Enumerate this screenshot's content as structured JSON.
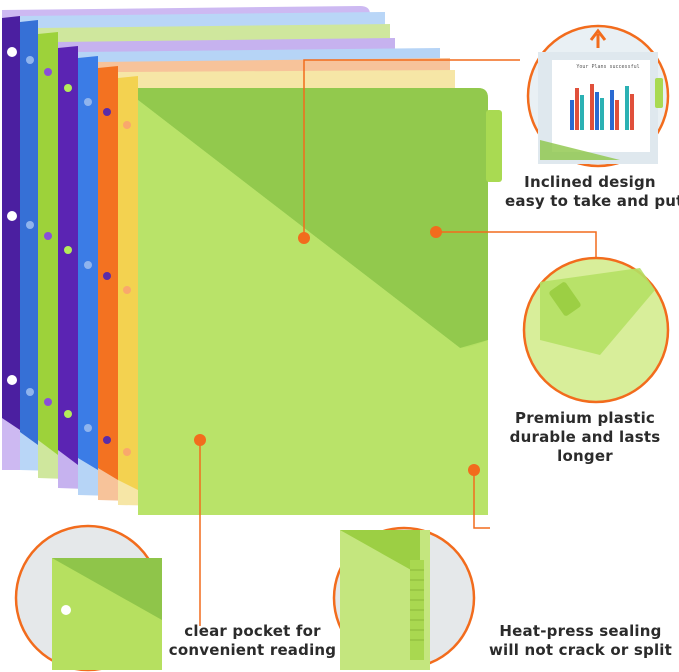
{
  "callouts": {
    "inclined": {
      "line1": "Inclined design",
      "line2": "easy to take and put"
    },
    "premium": {
      "line1": "Premium plastic",
      "line2": "durable and lasts",
      "line3": "longer"
    },
    "pocket": {
      "line1": "clear pocket for",
      "line2": "convenient reading"
    },
    "heat": {
      "line1": "Heat-press sealing",
      "line2": "will not crack or split"
    }
  },
  "inset_chart_title": "Your Plans successful",
  "colors": {
    "accent_orange": "#f26c1d",
    "purple": "#5a2ca8",
    "blue": "#3f7ee0",
    "lime": "#a6d43c",
    "orange": "#f57f25",
    "yellow": "#f4d65a",
    "green_front": "#a8dc4e"
  },
  "icons": {
    "arrow": "arrow-up-icon"
  }
}
